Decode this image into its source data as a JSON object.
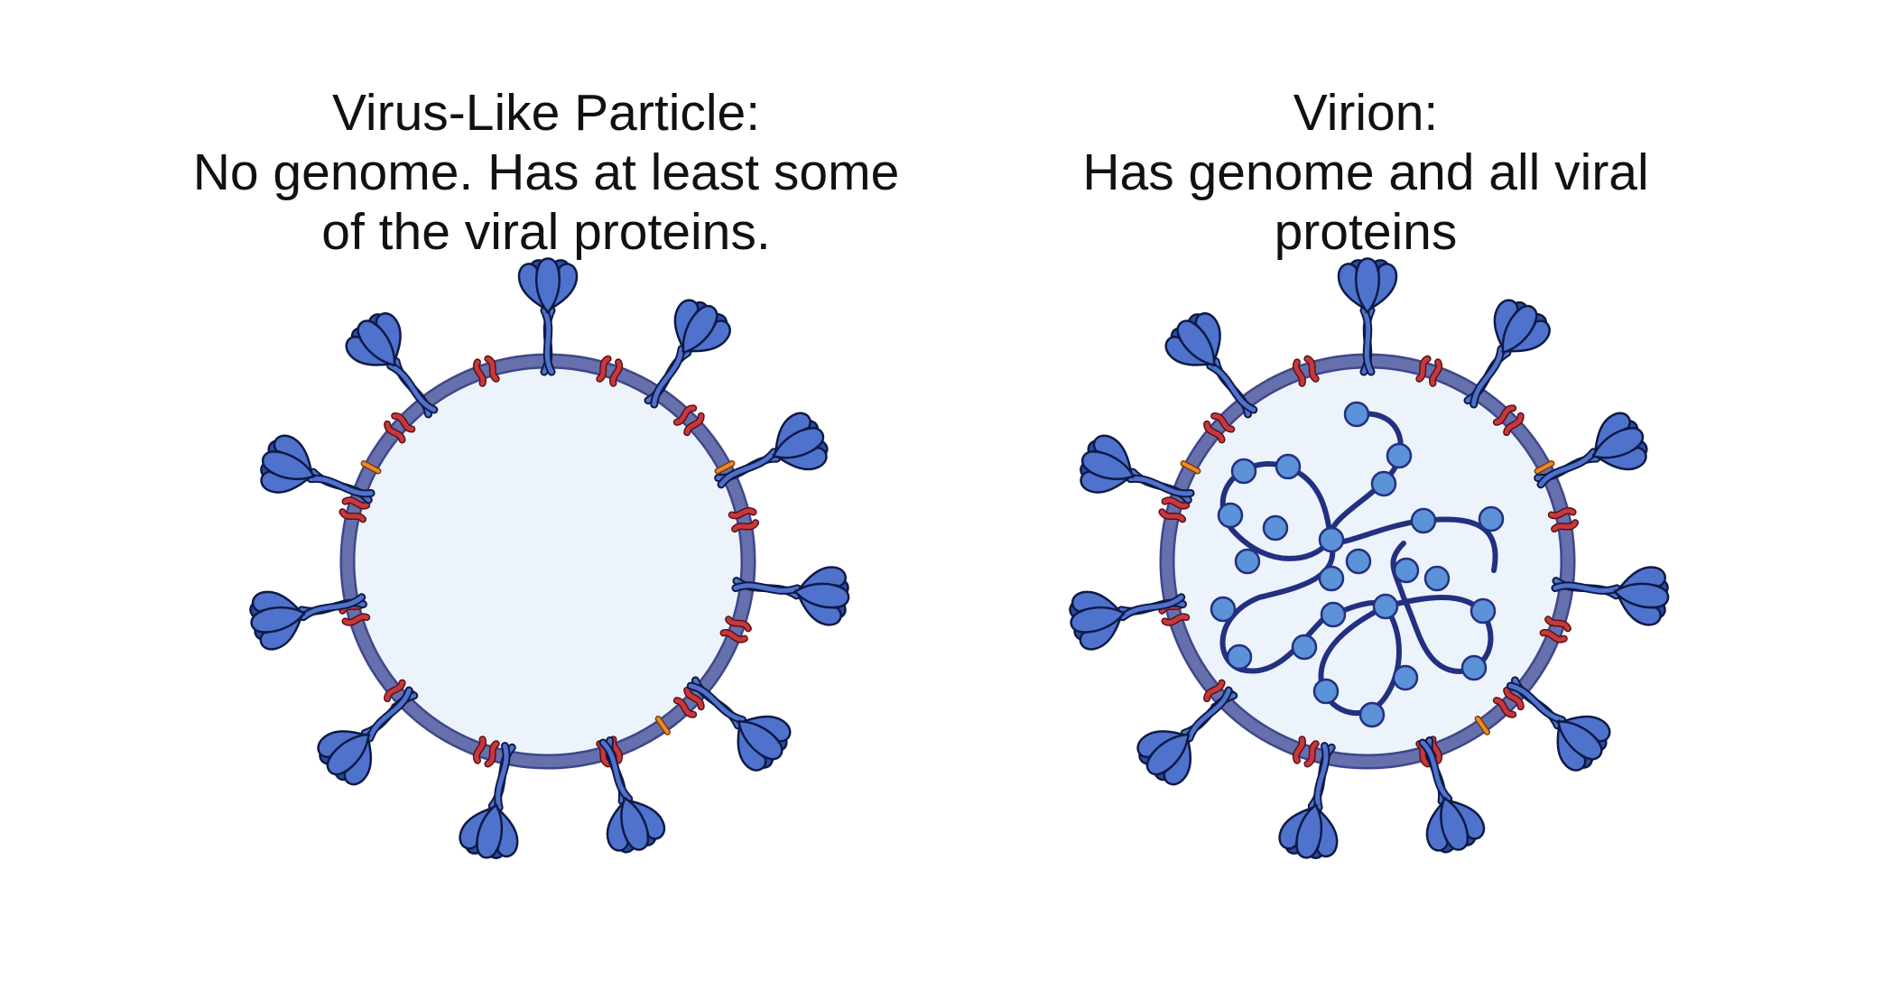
{
  "panels": [
    {
      "id": "vlp",
      "title": "Virus-Like Particle:",
      "line2": "No genome. Has at least some",
      "line3": "of the viral proteins.",
      "has_genome": false
    },
    {
      "id": "virion",
      "title": "Virion:",
      "line2": "Has genome and all viral",
      "line3": "proteins",
      "has_genome": true
    }
  ],
  "colors": {
    "interior": "#edf3fb",
    "membrane": "#6670ad",
    "membrane_dark": "#3f478a",
    "spike": "#4f72cd",
    "spike_dark": "#2b4ca3",
    "m_protein": "#c7383d",
    "e_protein": "#ee8a2c",
    "genome_strand": "#233080",
    "nucleocapsid": "#5b92d8",
    "outline": "#0e1a45"
  }
}
